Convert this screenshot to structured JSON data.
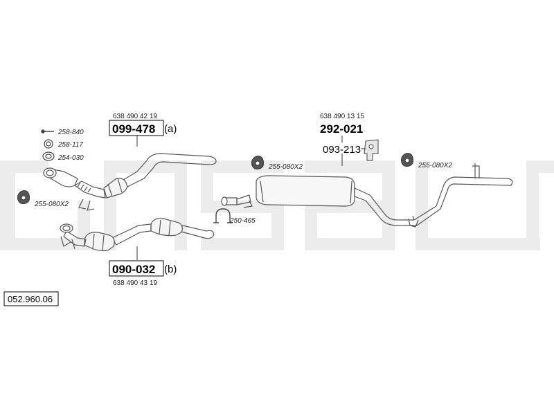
{
  "diagram_ref": "052.960.06",
  "catalyst_a": {
    "oe": "638 490 42 19",
    "part": "099-478",
    "suffix": "(a)"
  },
  "catalyst_b": {
    "oe": "638 490 43 19",
    "part": "090-032",
    "suffix": "(b)"
  },
  "rear": {
    "oe": "638 490 13 15",
    "part": "292-021",
    "bracket": "093-213"
  },
  "small_parts": {
    "bolt": "258-840",
    "ring": "258-117",
    "gasket": "254-030",
    "clamp_left": "255-080X2",
    "clamp_mid": "255-080X2",
    "clamp_right": "255-080X2",
    "u_clamp": "250-465"
  },
  "watermark": "bosal",
  "colors": {
    "line": "#333333",
    "pipe": "#555555",
    "watermark": "#ececec"
  }
}
